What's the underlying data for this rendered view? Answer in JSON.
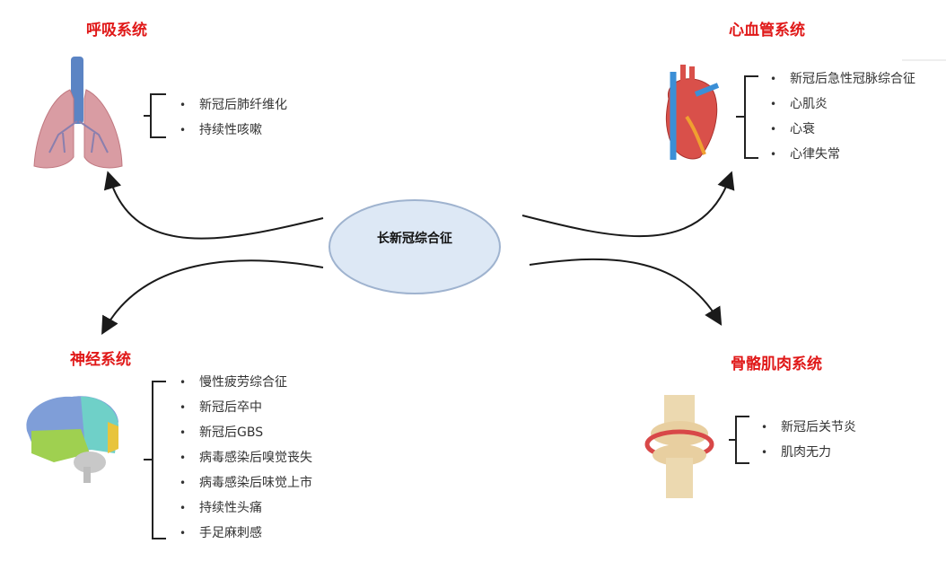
{
  "center": "长新冠综合征",
  "systems": {
    "respiratory": {
      "title": "呼吸系统",
      "items": [
        "新冠后肺纤维化",
        "持续性咳嗽"
      ]
    },
    "cardiovascular": {
      "title": "心血管系统",
      "items": [
        "新冠后急性冠脉综合征",
        "心肌炎",
        "心衰",
        "心律失常"
      ]
    },
    "nervous": {
      "title": "神经系统",
      "items": [
        "慢性疲劳综合征",
        "新冠后卒中",
        "新冠后GBS",
        "病毒感染后嗅觉丧失",
        "病毒感染后味觉上市",
        "持续性头痛",
        "手足麻刺感"
      ]
    },
    "musculoskeletal": {
      "title": "骨骼肌肉系统",
      "items": [
        "新冠后关节炎",
        "肌肉无力"
      ]
    }
  },
  "colors": {
    "title": "#e01818",
    "ellipse_fill": "#dde8f5",
    "ellipse_stroke": "#9fb3cf"
  }
}
